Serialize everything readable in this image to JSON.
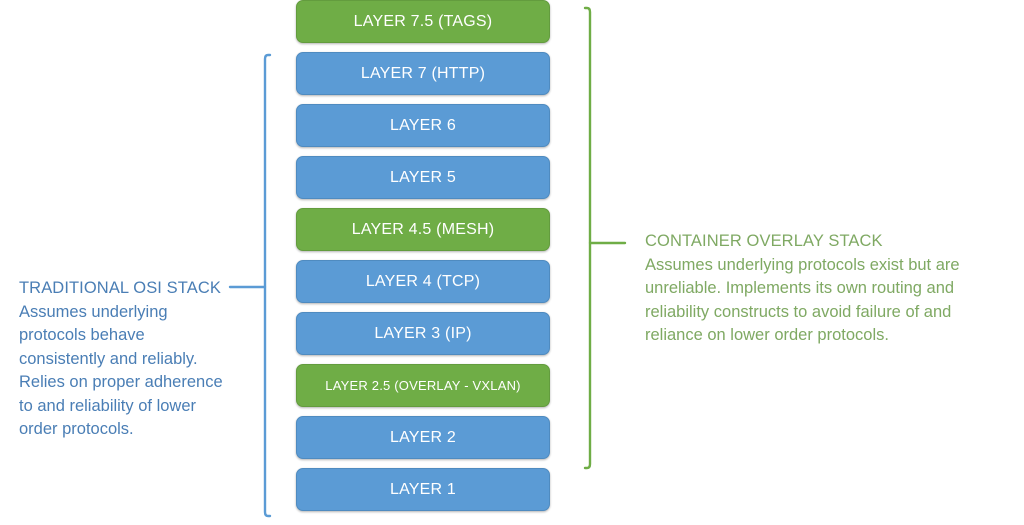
{
  "diagram": {
    "title": "OSI stack with container overlay layers",
    "colors": {
      "green": "#6FAD46",
      "blue": "#5B9BD5",
      "green_text": "#7FA963",
      "blue_text": "#4A7EB5",
      "box_text": "#FFFFFF",
      "background": "#FFFFFF"
    }
  },
  "stack": {
    "boxes": [
      {
        "label": "LAYER 7.5 (TAGS)",
        "color": "green",
        "size": "normal"
      },
      {
        "label": "LAYER 7 (HTTP)",
        "color": "blue",
        "size": "normal"
      },
      {
        "label": "LAYER 6",
        "color": "blue",
        "size": "normal"
      },
      {
        "label": "LAYER 5",
        "color": "blue",
        "size": "normal"
      },
      {
        "label": "LAYER 4.5 (MESH)",
        "color": "green",
        "size": "normal"
      },
      {
        "label": "LAYER 4 (TCP)",
        "color": "blue",
        "size": "normal"
      },
      {
        "label": "LAYER 3 (IP)",
        "color": "blue",
        "size": "normal"
      },
      {
        "label": "LAYER 2.5 (OVERLAY - VXLAN)",
        "color": "green",
        "size": "small"
      },
      {
        "label": "LAYER 2",
        "color": "blue",
        "size": "normal"
      },
      {
        "label": "LAYER 1",
        "color": "blue",
        "size": "normal"
      }
    ]
  },
  "annotations": {
    "left": {
      "title": "TRADITIONAL OSI STACK",
      "body": "Assumes underlying protocols behave consistently and reliably. Relies on proper adherence to and reliability of lower order protocols.",
      "bracket": "left-brace-bracket"
    },
    "right": {
      "title": "CONTAINER OVERLAY STACK",
      "body": "Assumes underlying protocols exist but are unreliable. Implements its own routing and reliability constructs to avoid failure of and reliance on lower order protocols.",
      "bracket": "right-brace-bracket"
    }
  }
}
